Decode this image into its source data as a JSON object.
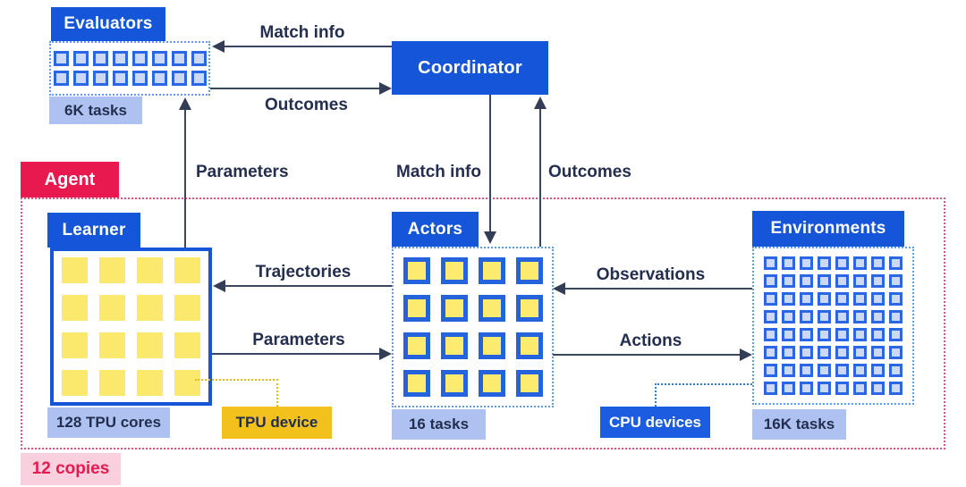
{
  "agent": {
    "label": "Agent",
    "copies_label": "12 copies"
  },
  "nodes": {
    "evaluators": {
      "title": "Evaluators",
      "tag": "6K tasks",
      "grid": {
        "rows": 2,
        "cols": 8,
        "cell": "blue-lavender",
        "cell_name": "evaluator-task-square"
      }
    },
    "coordinator": {
      "title": "Coordinator"
    },
    "learner": {
      "title": "Learner",
      "tag": "128 TPU cores",
      "device": "TPU device",
      "grid": {
        "rows": 4,
        "cols": 4,
        "cell": "yellow-plain",
        "cell_name": "tpu-core-square"
      }
    },
    "actors": {
      "title": "Actors",
      "tag": "16 tasks",
      "grid": {
        "rows": 4,
        "cols": 4,
        "cell": "blue-yellow",
        "cell_name": "actor-task-square"
      }
    },
    "environments": {
      "title": "Environments",
      "tag": "16K tasks",
      "device": "CPU devices",
      "grid": {
        "rows": 8,
        "cols": 8,
        "cell": "blue-lavender-sm",
        "cell_name": "environment-task-square"
      }
    }
  },
  "edges": {
    "match_info_top": "Match info",
    "outcomes_top": "Outcomes",
    "parameters_up": "Parameters",
    "match_info_down": "Match info",
    "outcomes_up": "Outcomes",
    "trajectories": "Trajectories",
    "parameters_mid": "Parameters",
    "observations": "Observations",
    "actions": "Actions"
  },
  "colors": {
    "primary_blue": "#1556d8",
    "square_border_blue": "#2b67e4",
    "lavender_fill": "#ccd8f8",
    "periwinkle_tag": "#aec2f2",
    "yellow_fill": "#fbe96e",
    "gold": "#f2c11c",
    "crimson": "#e8194f",
    "pink": "#fad0de",
    "navy_text": "#242e4e",
    "arrow_line": "#3a455e",
    "dotted_blue_border": "#5f9bf2",
    "dotted_red_border": "#f0507a"
  }
}
